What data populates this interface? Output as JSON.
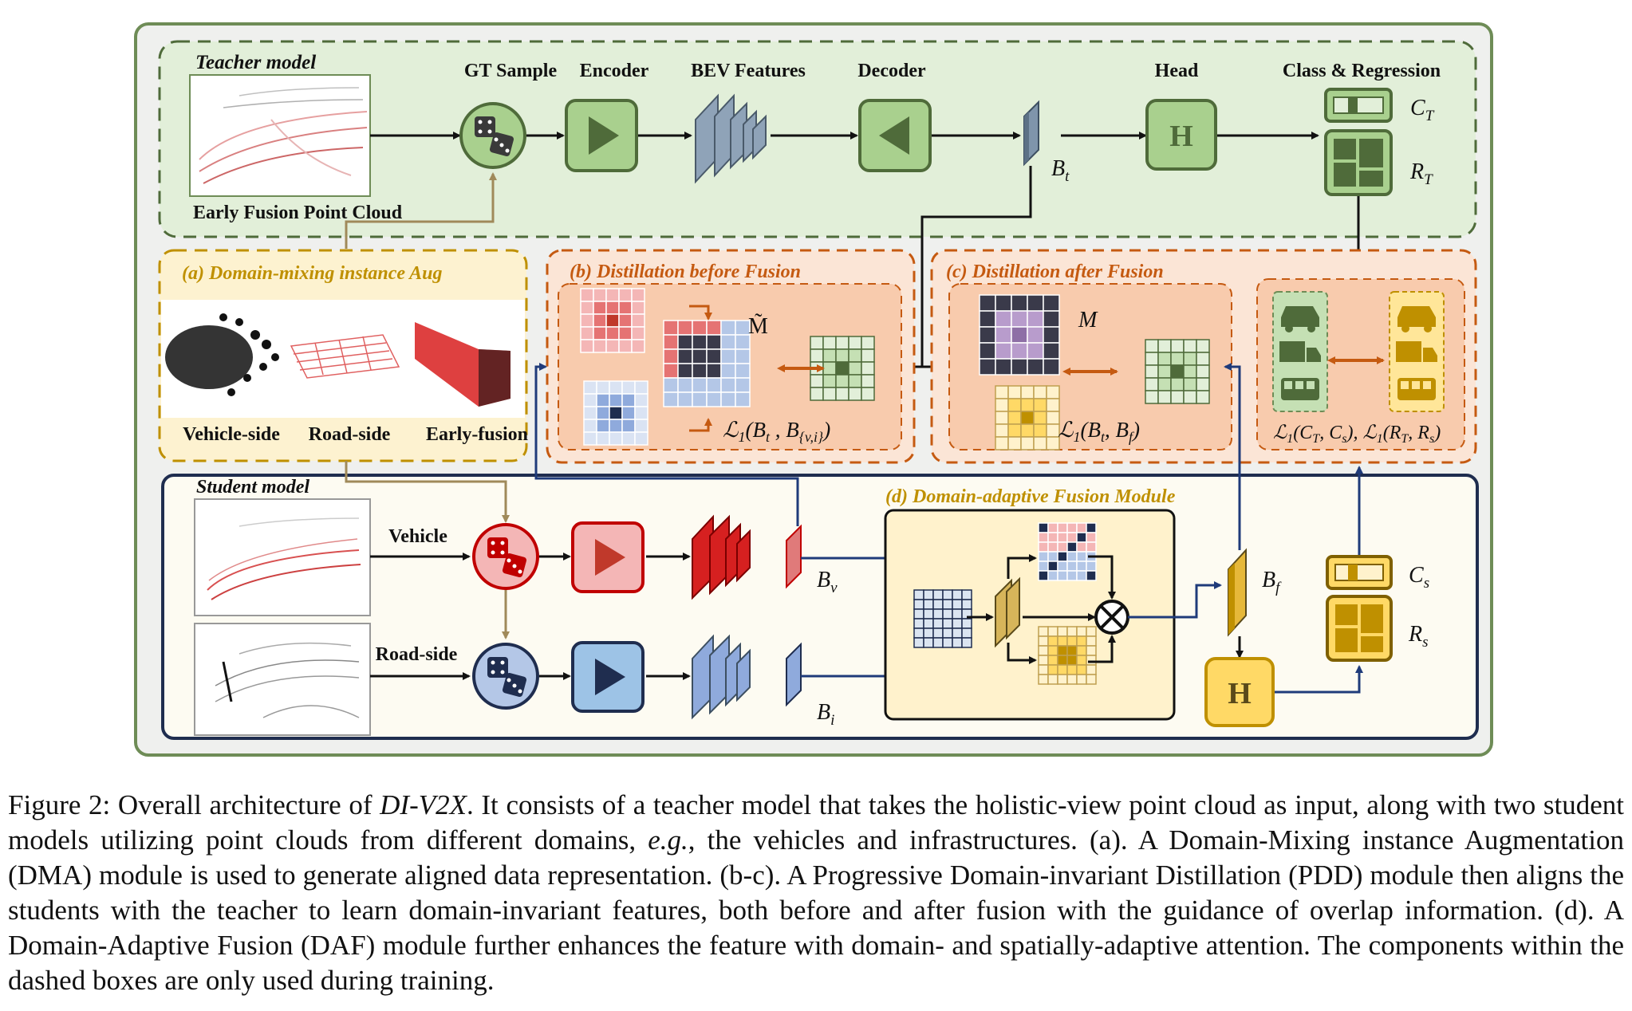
{
  "teacher": {
    "title": "Teacher model",
    "input_label": "Early Fusion Point Cloud",
    "gt_sample": "GT Sample",
    "encoder": "Encoder",
    "bev": "BEV Features",
    "decoder": "Decoder",
    "head": "Head",
    "head_glyph": "H",
    "class_reg": "Class & Regression",
    "bt": "B",
    "bt_sub": "t",
    "ct": "C",
    "ct_sub": "T",
    "rt": "R",
    "rt_sub": "T"
  },
  "dma": {
    "title": "(a) Domain-mixing instance Aug",
    "labels": [
      "Vehicle-side",
      "Road-side",
      "Early-fusion"
    ]
  },
  "distill_before": {
    "title": "(b) Distillation before Fusion",
    "mask": "M̃",
    "loss": "ℒ₁(B_t , B_{v,i})"
  },
  "distill_after": {
    "title": "(c) Distillation after Fusion",
    "mask": "M",
    "loss": "ℒ₁(B_t, B_f)",
    "loss2": "ℒ₁(C_T, C_s), ℒ₁(R_T, R_s)"
  },
  "student": {
    "title": "Student model",
    "vehicle": "Vehicle",
    "roadside": "Road-side",
    "bv": "B",
    "bv_sub": "v",
    "bi": "B",
    "bi_sub": "i",
    "bf": "B",
    "bf_sub": "f",
    "cs": "C",
    "cs_sub": "s",
    "rs": "R",
    "rs_sub": "s",
    "head_glyph": "H"
  },
  "daf": {
    "title": "(d) Domain-adaptive Fusion Module"
  },
  "caption": {
    "prefix": "Figure 2: Overall architecture of ",
    "name": "DI-V2X",
    "part1": ". It consists of a teacher model that takes the holistic-view point cloud as input, along with two student models utilizing point clouds from different domains, ",
    "eg": "e.g.",
    "part2": ", the vehicles and infrastructures. (a). A Domain-Mixing instance Augmentation (DMA) module is used to generate aligned data representation. (b-c). A Progressive Domain-invariant Distillation (PDD) module then aligns the students with the teacher to learn domain-invariant features, both before and after fusion with the guidance of overlap information. (d). A Domain-Adaptive Fusion (DAF) module further enhances the feature with domain- and spatially-adaptive attention. The components within the dashed boxes are only used during training."
  },
  "colors": {
    "teacher_green": "#a9d08e",
    "teacher_dark": "#4f6b3a",
    "orange": "#c55a11",
    "gold": "#bf9000",
    "navy": "#1f2d4f",
    "red": "#c00000",
    "blue": "#8faadc"
  }
}
